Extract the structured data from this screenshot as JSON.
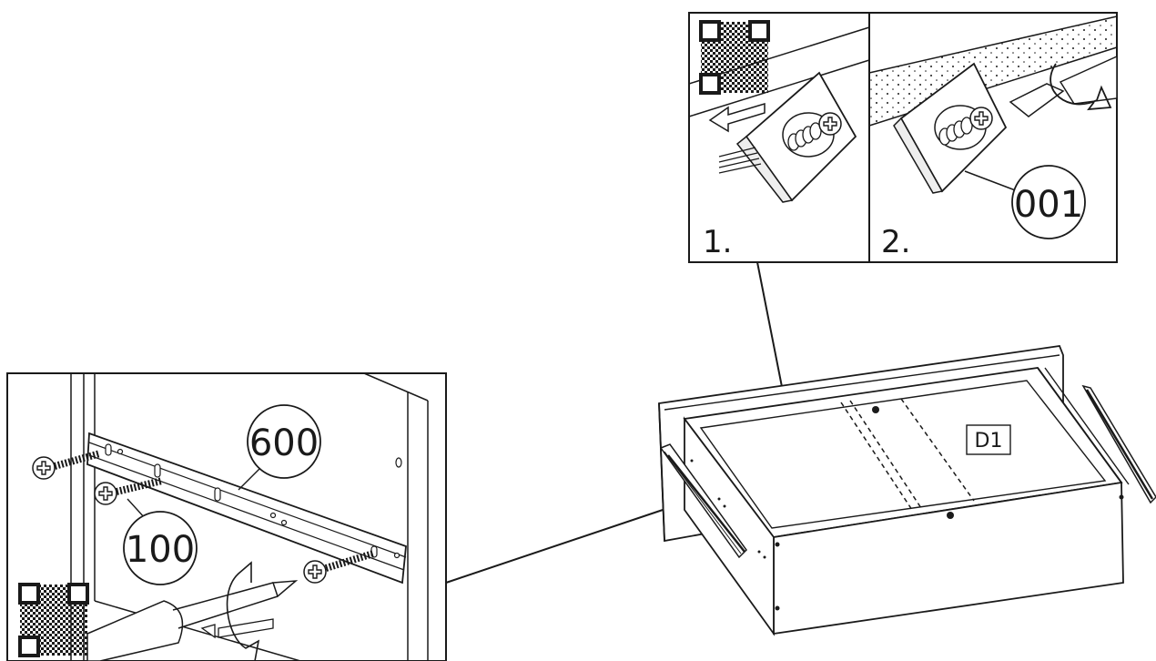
{
  "panel_top": {
    "steps": [
      {
        "label": "1."
      },
      {
        "label": "2."
      }
    ],
    "part_callout": "001"
  },
  "panel_bottom": {
    "part_callouts": [
      "600",
      "100"
    ]
  },
  "drawer": {
    "label": "D1"
  },
  "colors": {
    "stroke": "#1a1a1a",
    "background": "#ffffff",
    "shade": "#d8d8d8"
  }
}
